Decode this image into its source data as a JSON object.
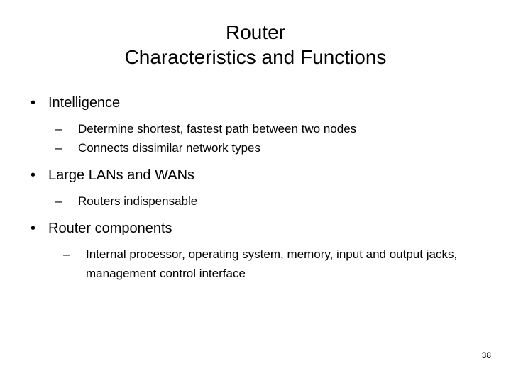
{
  "slide": {
    "background_color": "#ffffff",
    "text_color": "#000000",
    "title": {
      "line1": "Router",
      "line2": "Characteristics and Functions"
    },
    "bullet_glyph": "•",
    "dash_glyph": "–",
    "groups": [
      {
        "heading": "Intelligence",
        "sub_items": [
          "Determine shortest, fastest path between two nodes",
          "Connects dissimilar network types"
        ]
      },
      {
        "heading": "Large LANs and WANs",
        "sub_items": [
          "Routers indispensable"
        ]
      },
      {
        "heading": "Router components",
        "sub_items": [
          "Internal processor, operating system, memory, input and output jacks, management control interface"
        ]
      }
    ],
    "page_number": "38"
  }
}
